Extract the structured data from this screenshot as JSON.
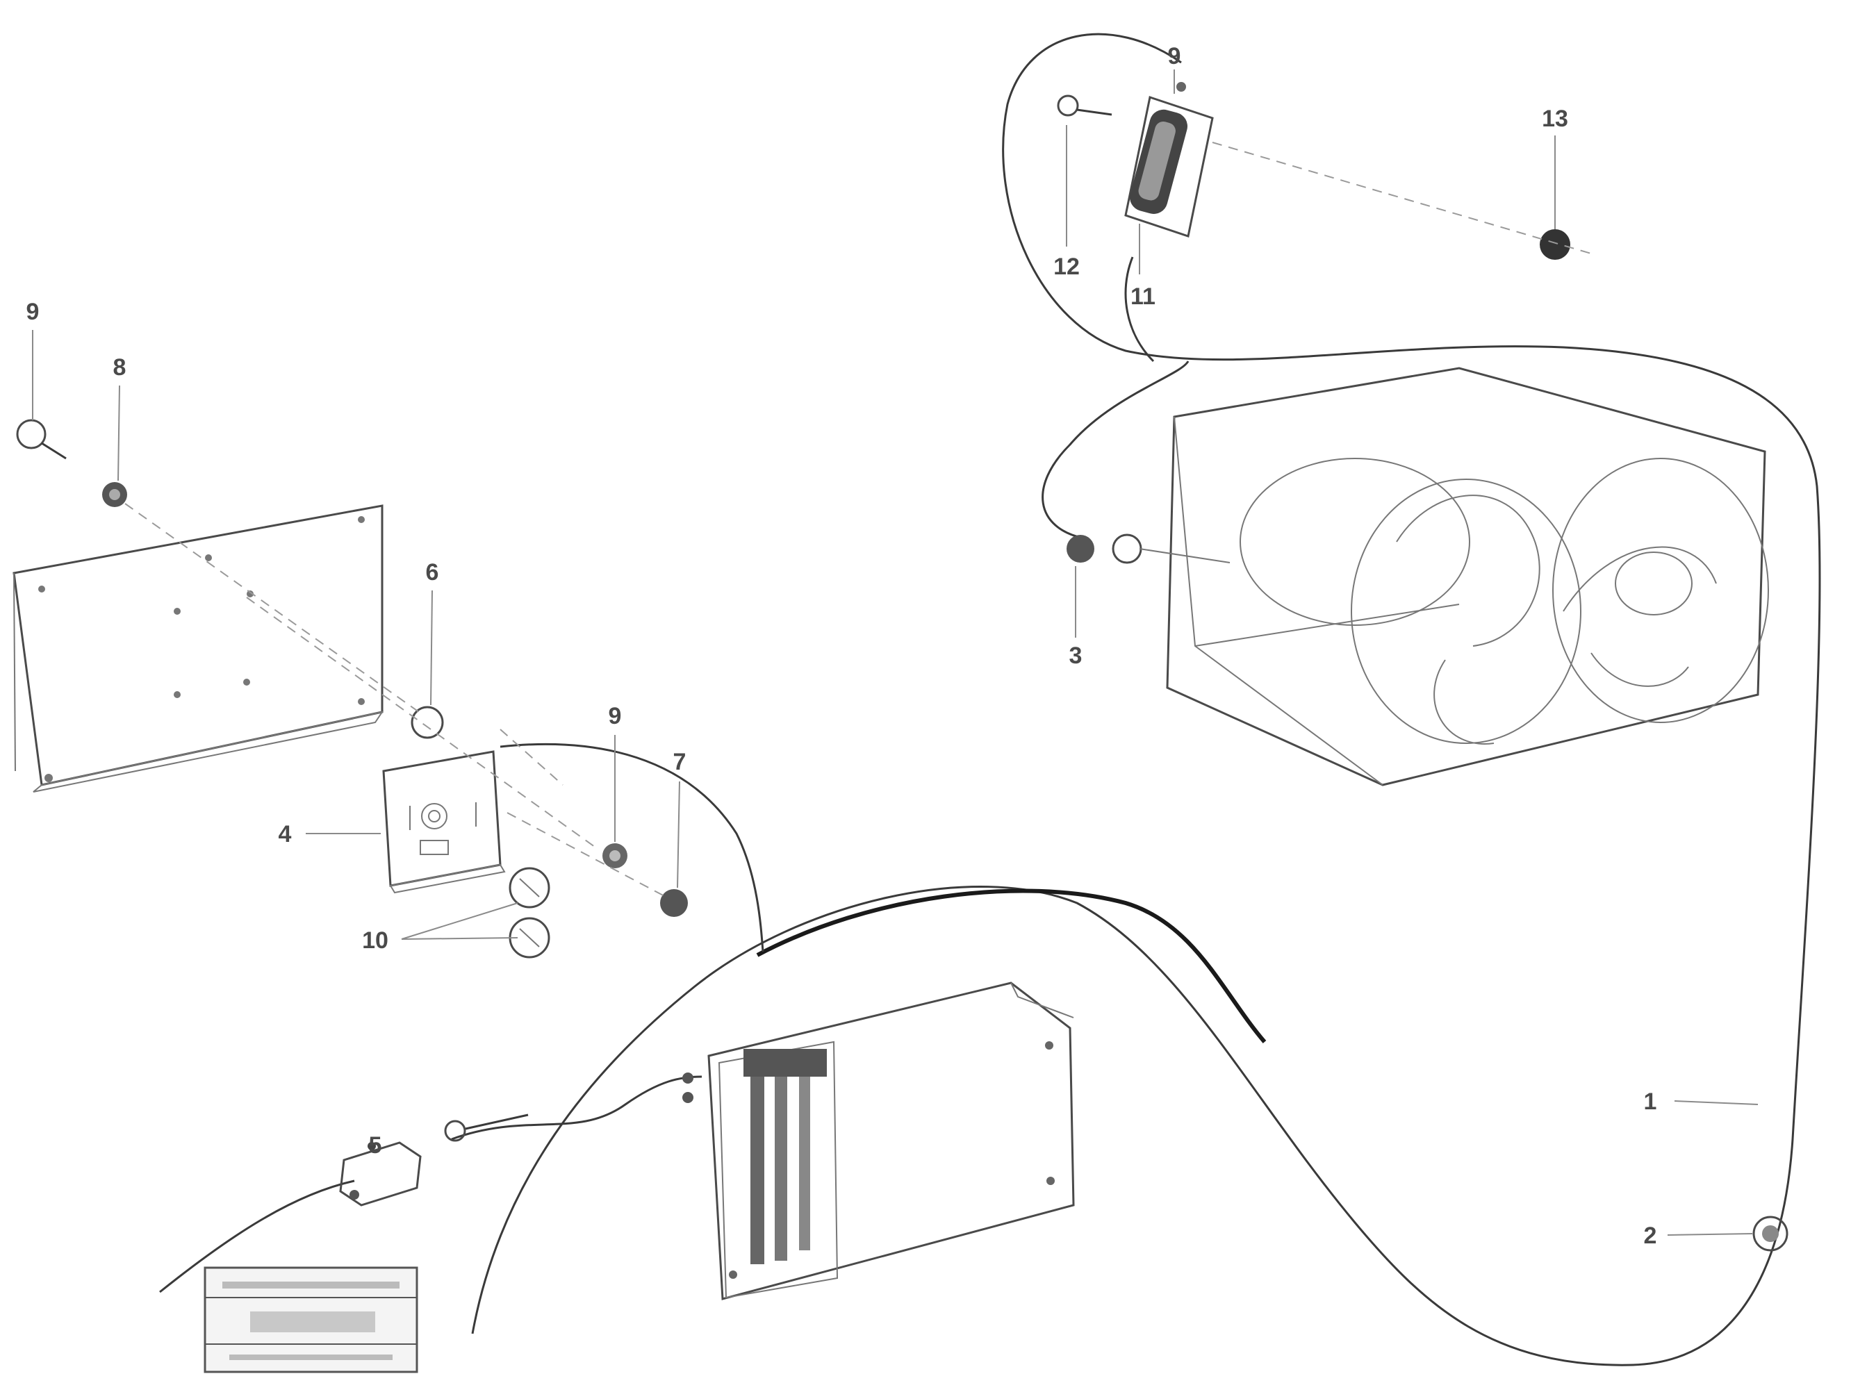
{
  "callouts": {
    "c1": "1",
    "c2": "2",
    "c3": "3",
    "c4": "4",
    "c5": "5",
    "c6": "6",
    "c7": "7",
    "c8": "8",
    "c9a": "9",
    "c9b": "9",
    "c9c": "9",
    "c10": "10",
    "c11": "11",
    "c12": "12",
    "c13": "13"
  },
  "stamp": {
    "line1": "",
    "line2": "",
    "line3": ""
  }
}
